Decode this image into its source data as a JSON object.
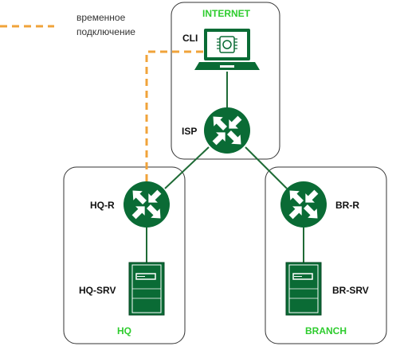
{
  "legend": {
    "line1": "временное",
    "line2": "подключение"
  },
  "zones": {
    "internet": "INTERNET",
    "hq": "HQ",
    "branch": "BRANCH"
  },
  "nodes": {
    "cli": "CLI",
    "isp": "ISP",
    "hq_r": "HQ-R",
    "hq_srv": "HQ-SRV",
    "br_r": "BR-R",
    "br_srv": "BR-SRV"
  },
  "icons": {
    "router": "router-icon",
    "server": "server-icon",
    "laptop": "laptop-icon"
  },
  "colors": {
    "device_green": "#0a6b35",
    "zone_label_green": "#2ecc2e",
    "temp_link_orange": "#f0a33a",
    "link_green": "#1f6b36"
  }
}
